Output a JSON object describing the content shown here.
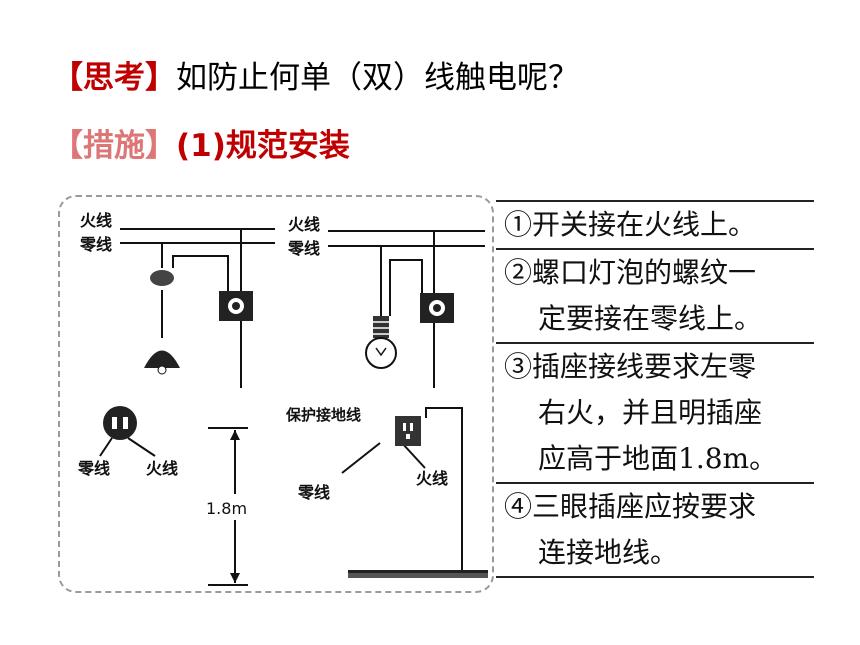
{
  "header": {
    "think_tag": "【思考】",
    "think_text": "如防止何单（双）线触电呢？",
    "measure_tag": "【措施】",
    "measure_text": "(1)规范安装"
  },
  "diagram": {
    "live_wire": "火线",
    "neutral_wire": "零线",
    "protective_ground": "保护接地线",
    "height": "1.8m"
  },
  "steps": [
    {
      "lines": [
        "①开关接在火线上。"
      ]
    },
    {
      "lines": [
        "②螺口灯泡的螺纹一",
        "定要接在零线上。"
      ]
    },
    {
      "lines": [
        "③插座接线要求左零",
        "右火，并且明插座",
        "应高于地面1.8m。"
      ]
    },
    {
      "lines": [
        "④三眼插座应按要求",
        "连接地线。"
      ]
    }
  ]
}
